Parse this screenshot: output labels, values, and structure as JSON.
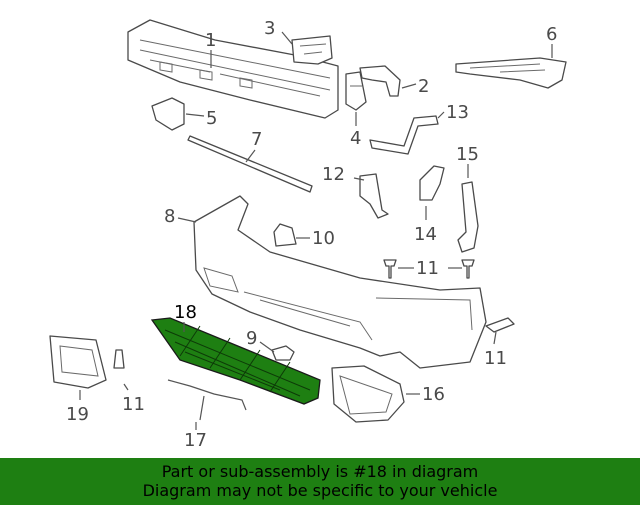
{
  "diagram": {
    "highlight_color": "#1e7f12",
    "highlighted_part": "18",
    "callouts": {
      "c1": "1",
      "c2": "2",
      "c3": "3",
      "c4": "4",
      "c5": "5",
      "c6": "6",
      "c7": "7",
      "c8": "8",
      "c9": "9",
      "c10": "10",
      "c11a": "11",
      "c11b": "11",
      "c11c": "11",
      "c12": "12",
      "c13": "13",
      "c14": "14",
      "c15": "15",
      "c16": "16",
      "c17": "17",
      "c18": "18",
      "c19": "19"
    }
  },
  "footer": {
    "background": "#1e7f12",
    "line1": "Part or sub-assembly is #18 in diagram",
    "line2": "Diagram may not be specific to your vehicle"
  }
}
